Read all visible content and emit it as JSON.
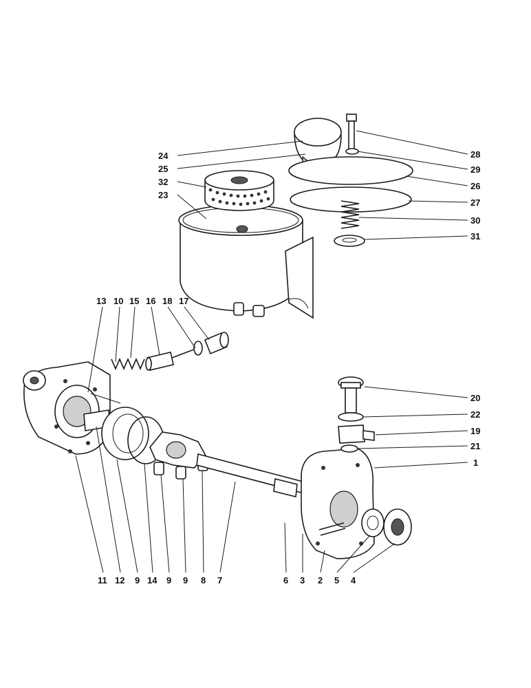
{
  "labels": {
    "l1": "1",
    "l2": "2",
    "l3": "3",
    "l4": "4",
    "l5": "5",
    "l6": "6",
    "l7": "7",
    "l8": "8",
    "l9a": "9",
    "l9b": "9",
    "l9c": "9",
    "l10": "10",
    "l11": "11",
    "l12": "12",
    "l13": "13",
    "l14": "14",
    "l15": "15",
    "l16": "16",
    "l17": "17",
    "l18": "18",
    "l19": "19",
    "l20": "20",
    "l21": "21",
    "l22": "22",
    "l23": "23",
    "l24": "24",
    "l25": "25",
    "l26": "26",
    "l27": "27",
    "l28": "28",
    "l29": "29",
    "l30": "30",
    "l31": "31",
    "l32": "32"
  }
}
